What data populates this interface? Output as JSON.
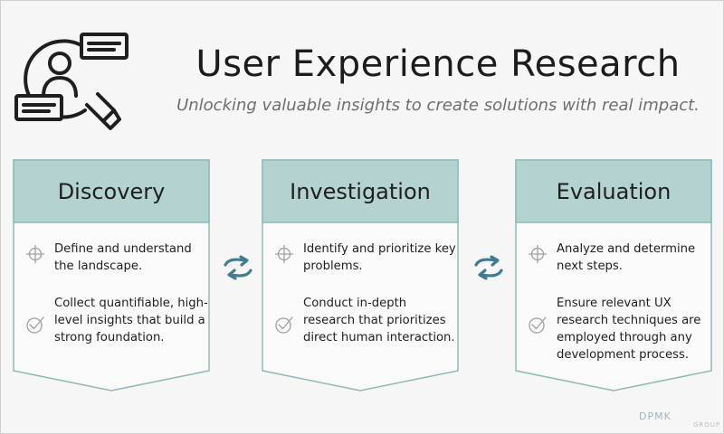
{
  "header": {
    "title": "User Experience Research",
    "subtitle": "Unlocking valuable insights to create solutions with real impact."
  },
  "stages": [
    {
      "title": "Discovery",
      "points": [
        {
          "icon": "crosshair-icon",
          "text": "Define and understand the landscape."
        },
        {
          "icon": "checkmark-icon",
          "text": "Collect quantifiable, high-level insights that build a strong foundation."
        }
      ]
    },
    {
      "title": "Investigation",
      "points": [
        {
          "icon": "crosshair-icon",
          "text": "Identify and prioritize key problems."
        },
        {
          "icon": "checkmark-icon",
          "text": "Conduct in-depth research that prioritizes direct human interaction."
        }
      ]
    },
    {
      "title": "Evaluation",
      "points": [
        {
          "icon": "crosshair-icon",
          "text": "Analyze and determine next steps."
        },
        {
          "icon": "checkmark-icon",
          "text": "Ensure relevant UX research techniques are employed through any development process."
        }
      ]
    }
  ],
  "colors": {
    "header_fill": "#b3d2d0",
    "card_border": "#8fb9b7",
    "arrow": "#3f7d93",
    "icon_gray": "#a0a0a0"
  },
  "brand": {
    "name": "DPMK",
    "sub": "GROUP"
  },
  "icons": {
    "hero": "user-research-magnifier-icon",
    "between": "swap-arrows-icon"
  }
}
